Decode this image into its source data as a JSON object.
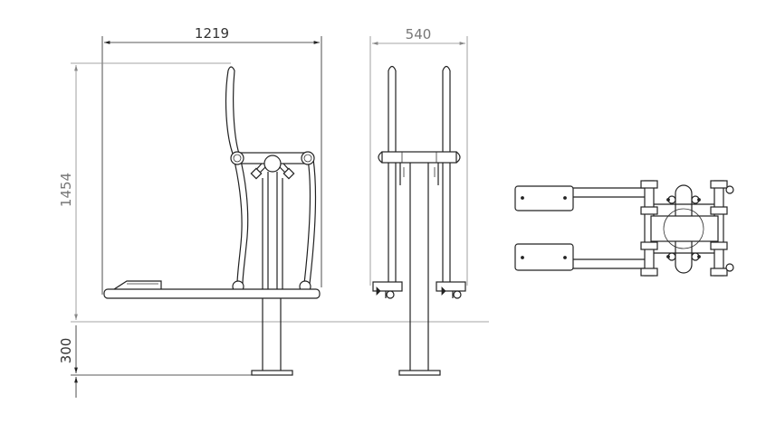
{
  "dimensions": {
    "width_label": "1219",
    "depth_label": "540",
    "height_label": "1454",
    "foundation_label": "300"
  },
  "colors": {
    "line": "#222222",
    "dimension_grey": "#888888",
    "background": "#ffffff"
  }
}
